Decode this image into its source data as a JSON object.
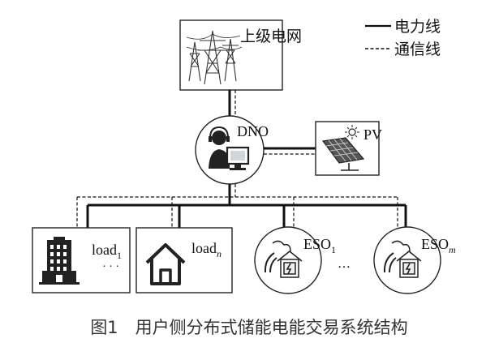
{
  "legend": {
    "power_line": "电力线",
    "comm_line": "通信线"
  },
  "nodes": {
    "grid": {
      "label": "上级电网"
    },
    "dno": {
      "label": "DNO"
    },
    "pv": {
      "label": "PV"
    },
    "load1": {
      "label": "load",
      "sub": "1"
    },
    "loadn": {
      "label": "load",
      "sub": "n"
    },
    "eso1": {
      "label": "ESO",
      "sub": "1"
    },
    "esom": {
      "label": "ESO",
      "sub": "m"
    }
  },
  "ellipsis": "…",
  "ellipsis_load": "· · ·",
  "caption": "图1　用户侧分布式储能电能交易系统结构",
  "colors": {
    "line": "#111111",
    "stroke": "#222222",
    "caption": "#333333"
  },
  "icons": [
    "transmission-tower-icon",
    "operator-computer-icon",
    "solar-panel-icon",
    "building-icon",
    "house-icon",
    "energy-storage-icon"
  ]
}
